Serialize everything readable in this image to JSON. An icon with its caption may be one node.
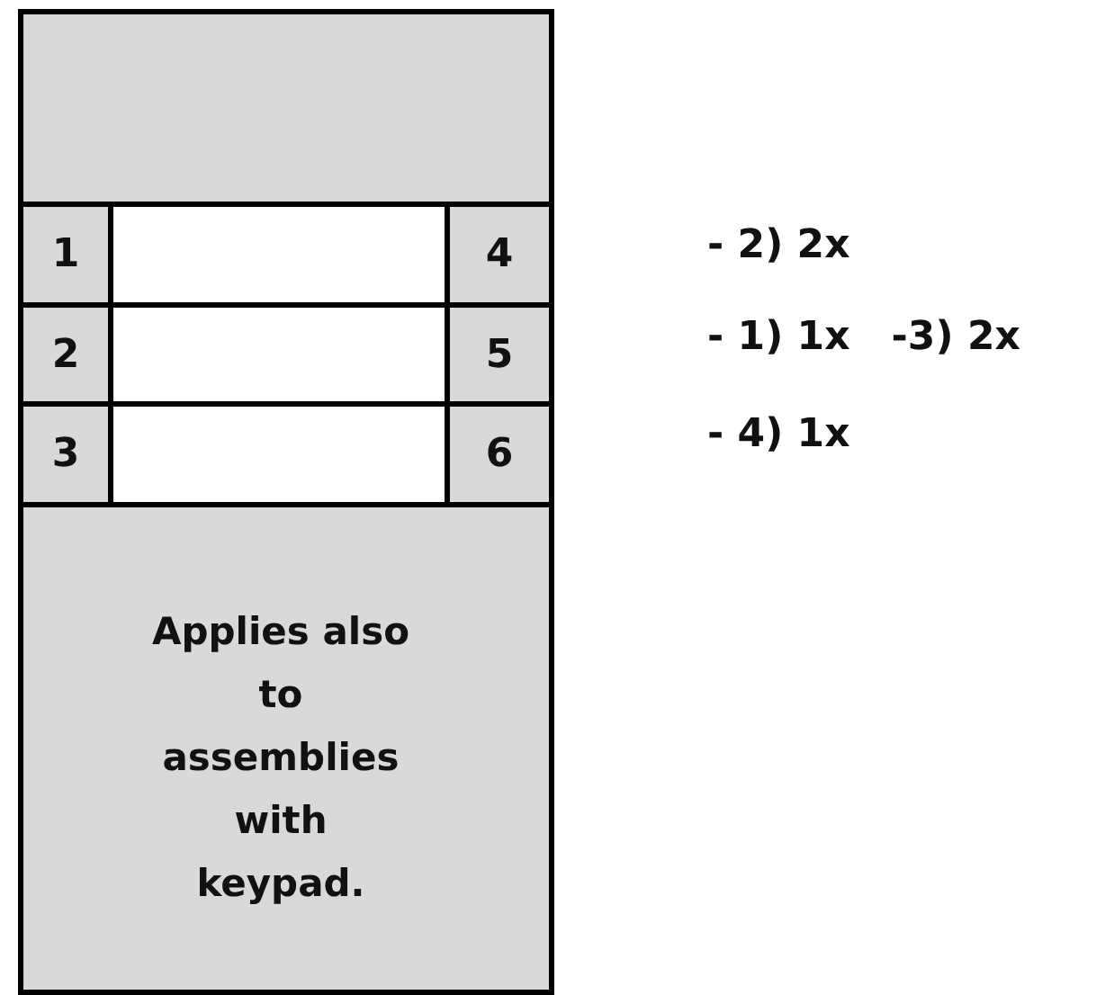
{
  "diagram": {
    "nodes": [
      {
        "text": [],
        "shape": "box"
      },
      {
        "text": [
          "1"
        ],
        "in": 0
      },
      {
        "text": [],
        "shape": "box",
        "in": 0
      },
      {
        "text": [
          "4"
        ],
        "in": 0
      },
      {
        "text": [
          "2"
        ],
        "in": 0
      },
      {
        "text": [],
        "shape": "box",
        "in": 0
      },
      {
        "text": [
          "5"
        ],
        "in": 0
      },
      {
        "text": [
          "3"
        ],
        "in": 0
      },
      {
        "text": [],
        "shape": "box",
        "in": 0
      },
      {
        "text": [
          "6"
        ],
        "in": 0
      },
      {
        "text": [
          "Applies also to assemblies with keypad."
        ],
        "in": 0
      }
    ],
    "labels": [
      "- 2) 2x",
      "- 1) 1x   -3) 2x",
      "- 4) 1x"
    ]
  }
}
